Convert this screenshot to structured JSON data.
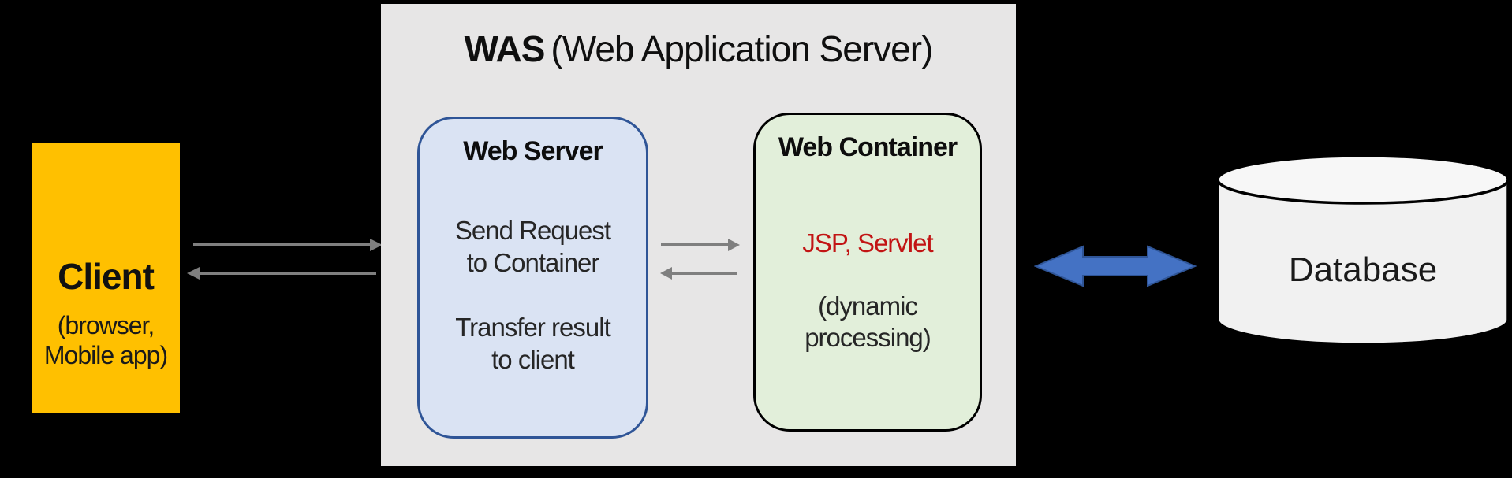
{
  "client": {
    "title": "Client",
    "subtitle": [
      "(browser,",
      "Mobile app)"
    ],
    "fill": "#FFC000"
  },
  "was": {
    "title_abbr": "WAS",
    "title_rest": "(Web Application Server)",
    "fill": "#E7E6E6"
  },
  "web_server": {
    "title": "Web Server",
    "body_lines": [
      "Send Request",
      "to Container",
      "",
      "Transfer result",
      "to client"
    ],
    "fill": "#DAE3F3",
    "border_color": "#2F5597"
  },
  "web_container": {
    "title": "Web Container",
    "tech_label": "JSP, Servlet",
    "tech_color": "#C21414",
    "note_lines": [
      "(dynamic",
      "processing)"
    ],
    "fill": "#E2EFDA",
    "border_color": "#000000"
  },
  "database": {
    "label": "Database",
    "fill": "#F2F2F2"
  },
  "arrows": {
    "gray_color": "#7F7F7F",
    "was_database_fill": "#4472C4",
    "was_database_border": "#2F5597"
  }
}
